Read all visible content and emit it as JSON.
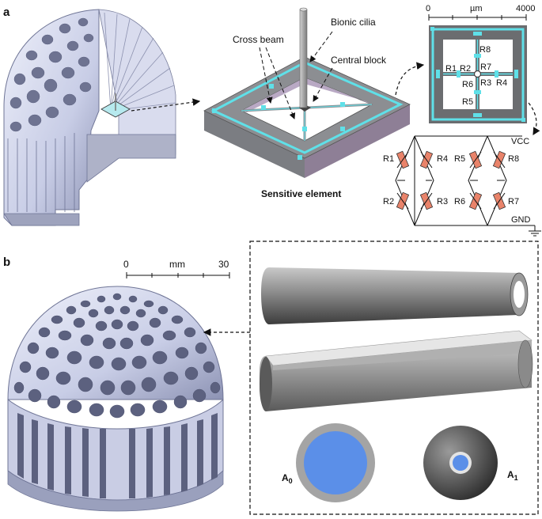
{
  "panel_a": {
    "letter": "a",
    "labels": {
      "bionic_cilia": "Bionic cilia",
      "cross_beam": "Cross beam",
      "central_block": "Central block",
      "sensitive_element": "Sensitive element"
    },
    "scale": {
      "start": "0",
      "unit": "µm",
      "end": "4000"
    },
    "resistors": [
      "R1",
      "R2",
      "R3",
      "R4",
      "R5",
      "R6",
      "R7",
      "R8"
    ],
    "circuit": {
      "vcc": "VCC",
      "gnd": "GND"
    }
  },
  "panel_b": {
    "letter": "b",
    "scale": {
      "start": "0",
      "unit": "mm",
      "end": "30"
    },
    "areas": {
      "a0": "A",
      "a0_sub": "0",
      "a1": "A",
      "a1_sub": "1"
    }
  },
  "colors": {
    "piezoresistor_cyan": "#5fe0e8",
    "resistor_orange": "#e9836a",
    "flow_area_blue": "#5b8fe8",
    "structure_gray": "#8c8e92",
    "dome_lavender": "#c7cde8"
  }
}
